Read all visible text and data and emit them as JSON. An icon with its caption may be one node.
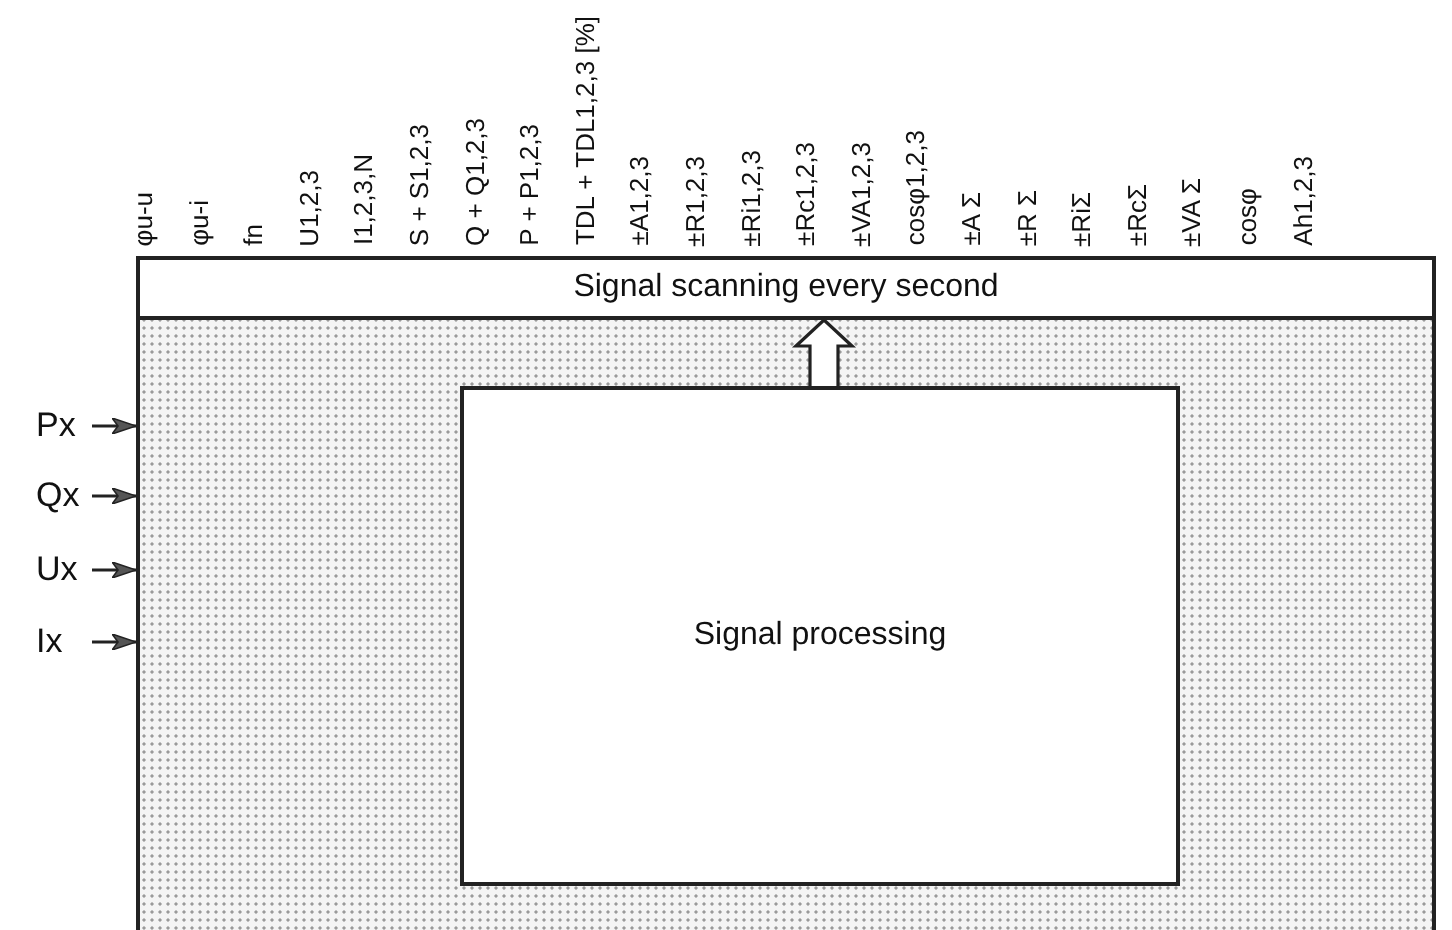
{
  "diagram": {
    "nodes": [
      {
        "text": [],
        "shape": "box"
      },
      {
        "text": [
          "Signal scanning every second"
        ],
        "in": 0
      },
      {
        "text": [
          "Signal processing"
        ],
        "in": 0
      },
      {
        "text": [
          "Px"
        ]
      },
      {
        "text": [
          "Qx"
        ]
      },
      {
        "text": [
          "Ux"
        ]
      },
      {
        "text": [
          "Ix"
        ]
      }
    ],
    "edges": [
      {
        "from": 2,
        "to": 1,
        "arrow": "to",
        "style": "thick"
      },
      {
        "from": 3,
        "to": 0,
        "arrow": "to"
      },
      {
        "from": 4,
        "to": 0,
        "arrow": "to"
      },
      {
        "from": 5,
        "to": 0,
        "arrow": "to"
      },
      {
        "from": 6,
        "to": 0,
        "arrow": "to"
      }
    ],
    "labels": [
      "φu-u",
      "φu-i",
      "fn",
      "U1,2,3",
      "I1,2,3,N",
      "S + S1,2,3",
      "Q + Q1,2,3",
      "P + P1,2,3",
      "TDL + TDL1,2,3 [%]",
      "±A1,2,3",
      "±R1,2,3",
      "±Ri1,2,3",
      "±Rc1,2,3",
      "±VA1,2,3",
      "cosφ1,2,3",
      "±A Σ",
      "±R Σ",
      "±RiΣ",
      "±RcΣ",
      "±VA Σ",
      "cosφ",
      "Ah1,2,3"
    ]
  }
}
